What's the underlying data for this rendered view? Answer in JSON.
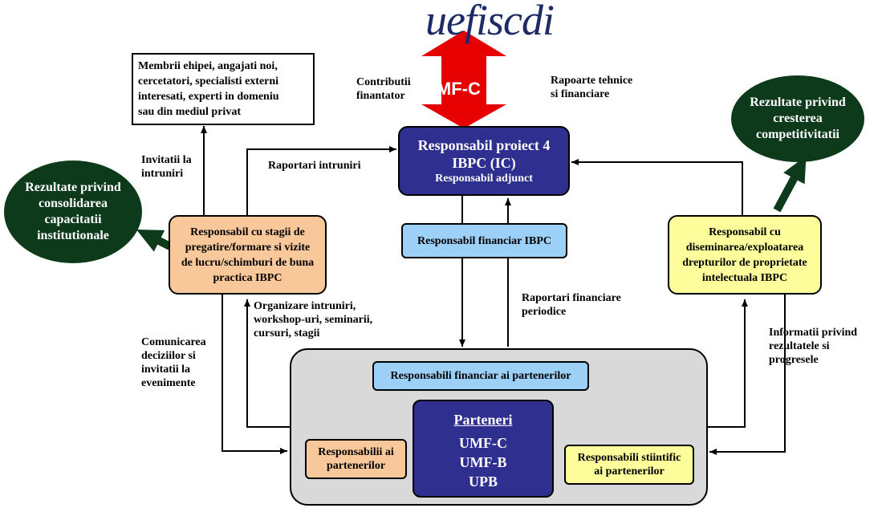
{
  "logo": {
    "text": "uefiscdi"
  },
  "top": {
    "umf_label": "UMF-C (CO)",
    "left_label_1": "Contributii",
    "left_label_2": "finantator",
    "right_label_1": "Rapoarte tehnice",
    "right_label_2": "si financiare"
  },
  "members_box": {
    "lines": [
      "Membrii ehipei, angajati noi,",
      "cercetatori, specialisti externi",
      "interesati, experti in domeniu",
      "sau din mediul privat"
    ]
  },
  "responsabil_proiect": {
    "line1": "Responsabil proiect 4",
    "line2": "IBPC (IC)",
    "line3": "Responsabil adjunct"
  },
  "ellipse_left": {
    "lines": [
      "Rezultate privind",
      "consolidarea",
      "capacitatii",
      "institutionale"
    ]
  },
  "ellipse_right": {
    "lines": [
      "Rezultate privind",
      "cresterea",
      "competitivitatii"
    ]
  },
  "stagii_box": {
    "lines": [
      "Responsabil cu stagii de",
      "pregatire/formare si vizite",
      "de lucru/schimburi de buna",
      "practica IBPC"
    ]
  },
  "financiar_ibpc": {
    "label": "Responsabil  financiar IBPC"
  },
  "diseminare_box": {
    "lines": [
      "Responsabil cu",
      "diseminarea/exploatarea",
      "drepturilor de proprietate",
      "intelectuala  IBPC"
    ]
  },
  "labels": {
    "invitatii": [
      "Invitatii la",
      "intruniri"
    ],
    "raportari_intruniri": "Raportari intruniri",
    "raportari_financiare": [
      "Raportari financiare",
      "periodice"
    ],
    "organizare": [
      "Organizare intruniri,",
      "workshop-uri, seminarii,",
      "cursuri, stagii"
    ],
    "comunicarea": [
      "Comunicarea",
      "deciziilor si",
      "invitatii la",
      "evenimente"
    ],
    "informatii": [
      "Informatii privind",
      "rezultatele si",
      "progresele"
    ]
  },
  "partners_area": {
    "financiar_parteneri": "Responsabili financiar ai partenerilor",
    "parteneri_title": "Parteneri",
    "parteneri_list": [
      "UMF-C",
      "UMF-B",
      "UPB"
    ],
    "resp_parteneri": [
      "Responsabilii ai",
      "partenerilor"
    ],
    "resp_stiintific": [
      "Responsabili stiintific",
      "ai partenerilor"
    ]
  },
  "colors": {
    "navy": "#2e2f8f",
    "light_blue": "#9dd0f7",
    "peach": "#f8c79a",
    "light_yellow": "#fdfd9c",
    "gray_panel": "#d9d9d9",
    "dark_green": "#0e3a1c",
    "red": "#e60000"
  }
}
